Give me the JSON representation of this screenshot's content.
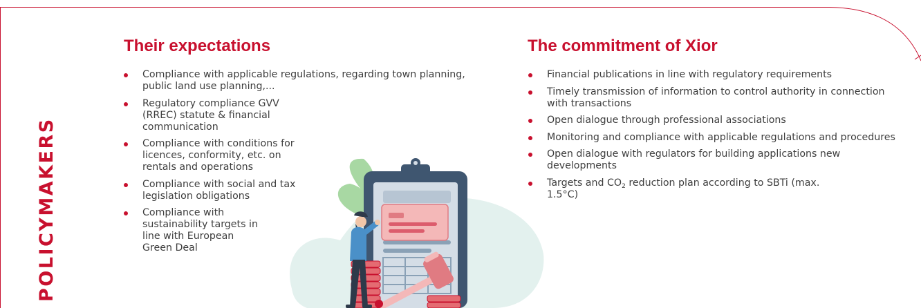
{
  "section_title": "POLICYMAKERS",
  "left": {
    "title": "Their expectations",
    "items": [
      "Compliance with applicable regulations, regarding town planning, public land use planning,...",
      "Regulatory compliance GVV (RREC) statute & financial communication",
      "Compliance with conditions for licences, conformity, etc. on rentals and operations",
      "Compliance with social and tax legislation obligations",
      "Compliance with sustainability targets in line with European Green Deal"
    ]
  },
  "right": {
    "title": "The commitment of Xior",
    "items": [
      "Financial publications in line with regulatory requirements",
      "Timely transmission of information to control authority in connection with transactions",
      "Open dialogue through professional associations",
      "Monitoring and compliance with applicable regulations and procedures",
      "Open dialogue with regulators for building applications new developments"
    ],
    "last_item": {
      "before": "Targets and CO",
      "sub": "2",
      "after": " reduction plan according to SBTi (max. 1.5°C)"
    }
  },
  "colors": {
    "accent": "#c8102e",
    "text": "#3d3d3d",
    "clipboard": "#3f5670",
    "leaf": "#a8d8a3",
    "background_blob": "#e3f1ee",
    "card": "#f4b8b8"
  },
  "illustration": "person-with-clipboard-and-gavel"
}
